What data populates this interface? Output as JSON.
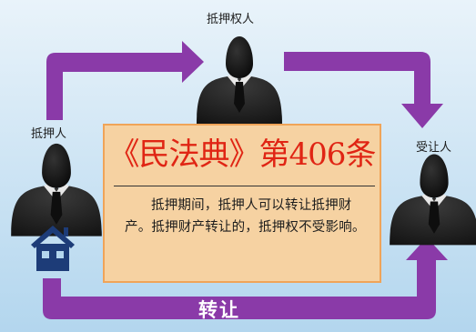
{
  "colors": {
    "arrow": "#8a3aa8",
    "box_fill": "#f6d2a2",
    "box_border": "#f0a458",
    "title_red": "#e02514",
    "house_blue": "#1d3c78"
  },
  "nodes": {
    "mortgagee": "抵押权人",
    "mortgagor": "抵押人",
    "transferee": "受让人"
  },
  "law": {
    "title": "《民法典》第406条",
    "text": "抵押期间，抵押人可以转让抵押财产。抵押财产转让的，抵押权不受影响。"
  },
  "arrows": {
    "bottom_label": "转让"
  },
  "icons": [
    "person-silhouette-icon",
    "house-icon"
  ]
}
